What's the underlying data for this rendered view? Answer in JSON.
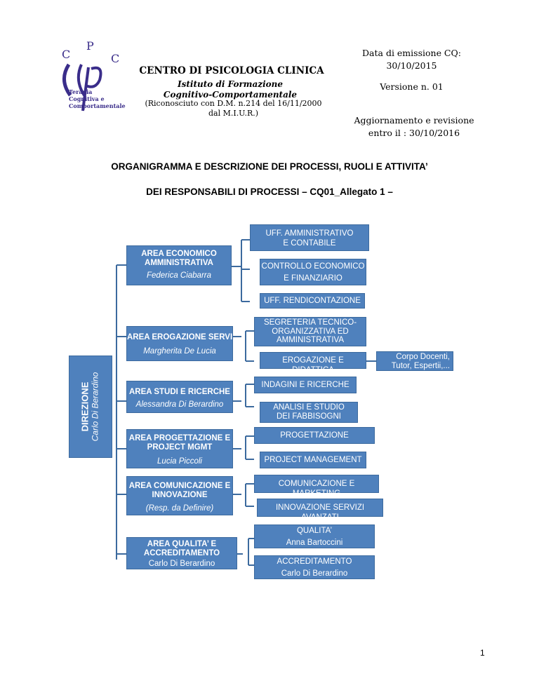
{
  "header": {
    "logo_letters": [
      "C",
      "P",
      "C"
    ],
    "logo_text": [
      "Terapia",
      "Cognitiva e",
      "Comportamentale"
    ],
    "org_name": "CENTRO DI PSICOLOGIA CLINICA",
    "org_subtitle": "Istituto di Formazione Cognitivo-Comportamentale",
    "recognition": "(Riconosciuto con D.M. n.214  del 16/11/2000 dal M.I.U.R.)",
    "emission_label": "Data di emissione CQ:",
    "emission_date": "30/10/2015",
    "version": "Versione n. 01",
    "update_label": "Aggiornamento e revisione",
    "update_date": "entro il : 30/10/2016"
  },
  "title_line1": "ORGANIGRAMMA E DESCRIZIONE DEI PROCESSI, RUOLI E ATTIVITA’",
  "title_line2": "DEI RESPONSABILI DI PROCESSI – CQ01_Allegato 1 –",
  "direzione": {
    "title": "DIREZIONE",
    "person": "Carlo Di Berardino"
  },
  "areas": [
    {
      "title": "AREA ECONOMICO AMMINISTRATIVA",
      "person": "Federica Ciabarra"
    },
    {
      "title": "AREA EROGAZIONE SERVIZI",
      "person": "Margherita De Lucia"
    },
    {
      "title": "AREA STUDI E RICERCHE",
      "person": "Alessandra Di Berardino"
    },
    {
      "title": "AREA PROGETTAZIONE E PROJECT MGMT",
      "person": "Lucia Piccoli"
    },
    {
      "title": "AREA COMUNICAZIONE E INNOVAZIONE",
      "person": "(Resp. da Definire)"
    },
    {
      "title": "AREA QUALITA’ E ACCREDITAMENTO",
      "person": "Carlo Di Berardino"
    }
  ],
  "subs": {
    "uff_amm": "UFF. AMMINISTRATIVO E CONTABILE",
    "controllo": "CONTROLLO ECONOMICO",
    "controllo2": "E FINANZIARIO",
    "rendicontazione": "UFF. RENDICONTAZIONE",
    "segreteria": "SEGRETERIA TECNICO-ORGANIZZATIVA ED AMMINISTRATIVA",
    "erogazione": "EROGAZIONE E DIDATTICA",
    "corpo_docenti": "Corpo Docenti, Tutor, Espertii,...",
    "indagini": "INDAGINI E RICERCHE",
    "analisi": "ANALISI E STUDIO DEI FABBISOGNI",
    "progettazione": "PROGETTAZIONE",
    "project_mgmt": "PROJECT MANAGEMENT",
    "comunicazione": "COMUNICAZIONE E MARKETING",
    "innovazione": "INNOVAZIONE SERVIZI AVANZATI",
    "qualita": "QUALITA’",
    "qualita_person": "Anna Bartoccini",
    "accreditamento": "ACCREDITAMENTO",
    "accreditamento_person": "Carlo Di Berardino"
  },
  "page_number": "1"
}
